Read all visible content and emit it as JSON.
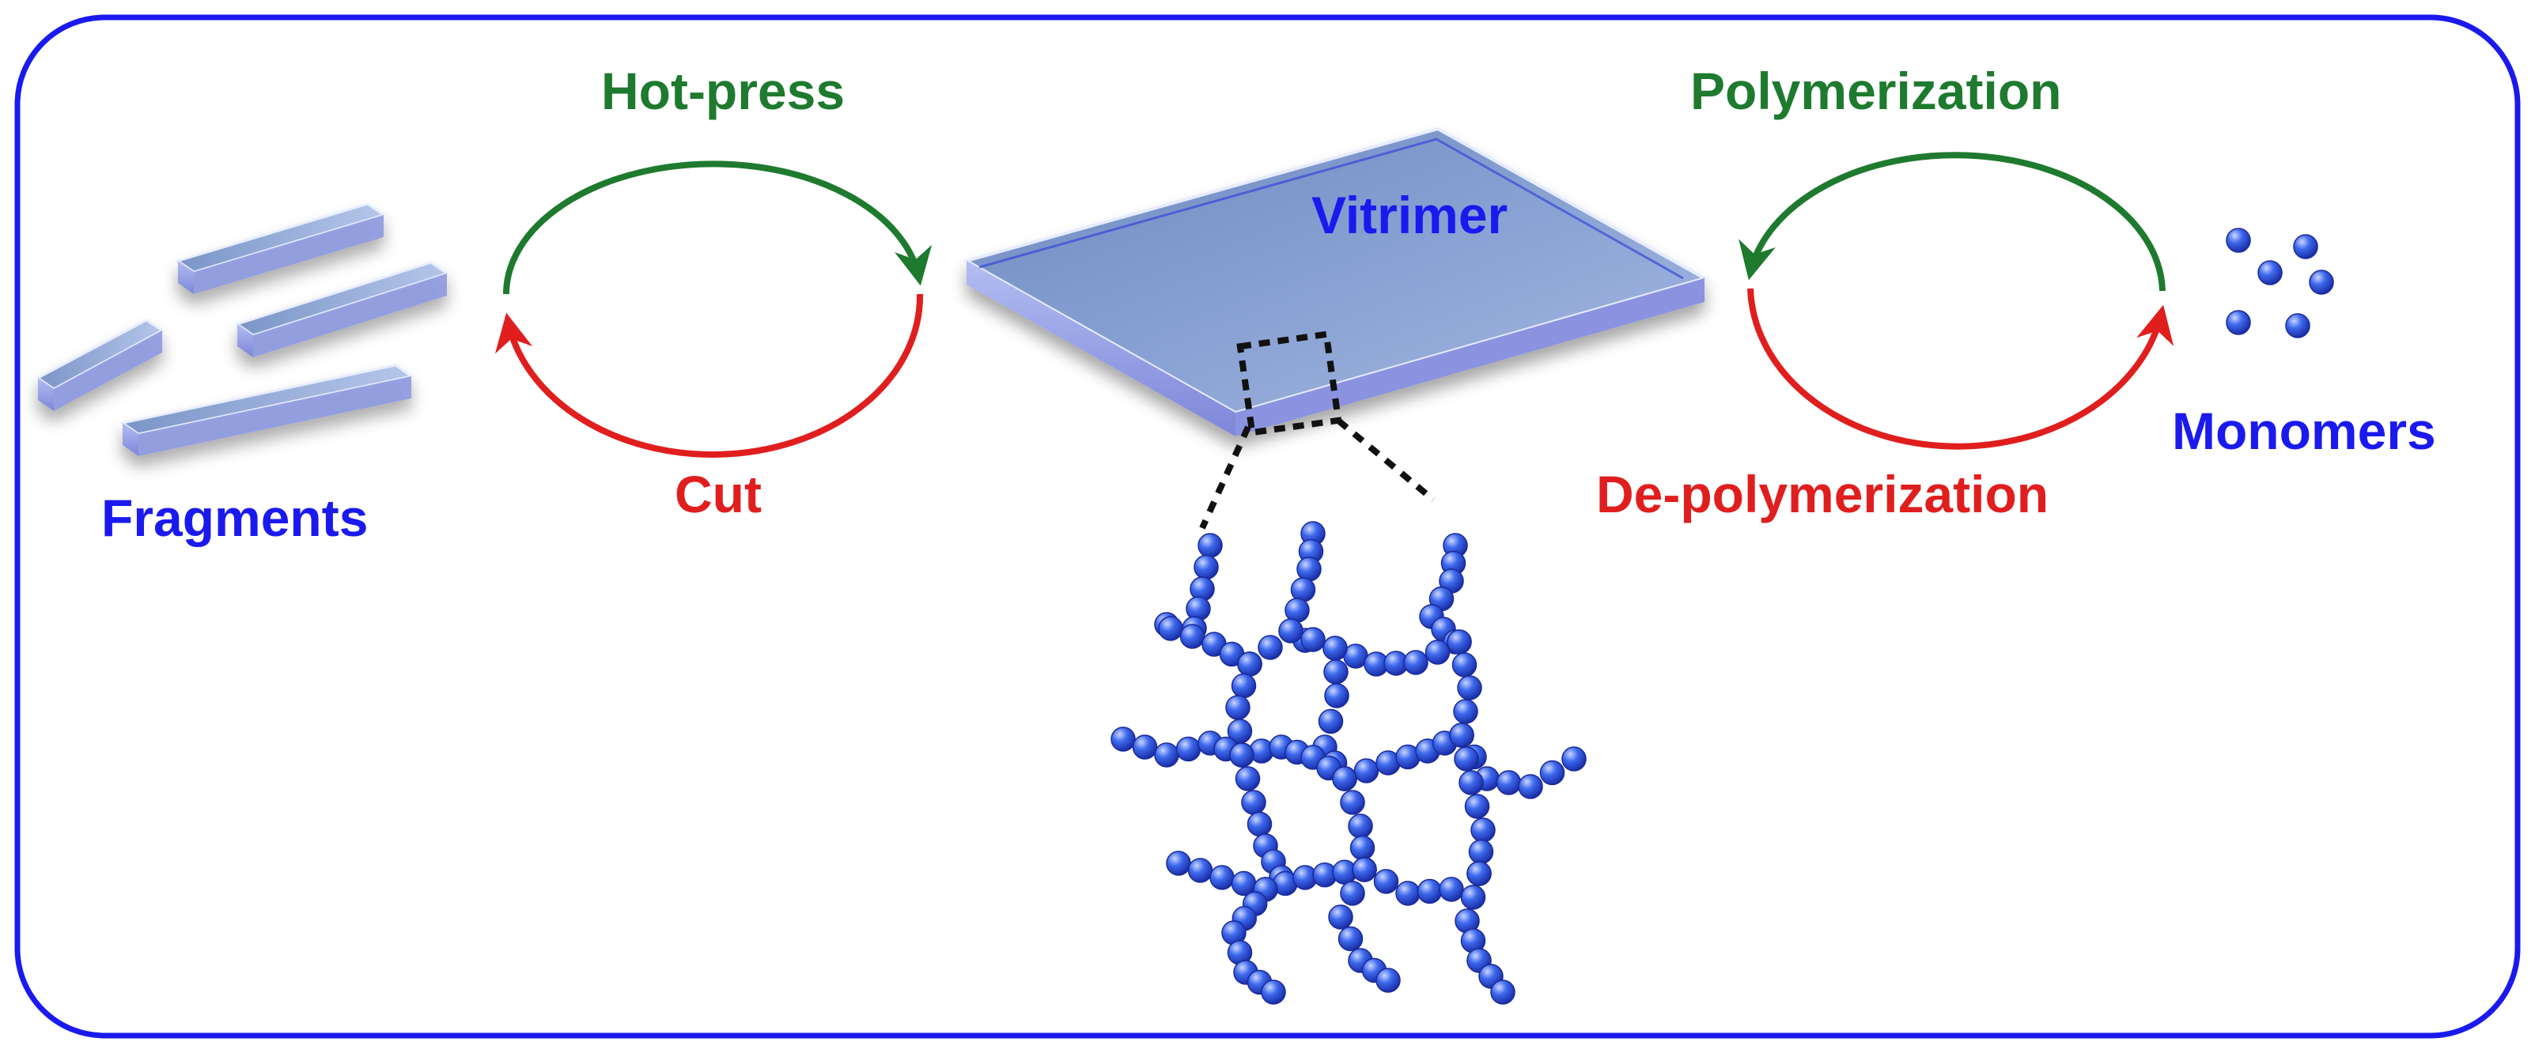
{
  "labels": {
    "hot_press": "Hot-press",
    "cut": "Cut",
    "fragments": "Fragments",
    "vitrimer": "Vitrimer",
    "polymerization": "Polymerization",
    "de_polymerization": "De-polymerization",
    "monomers": "Monomers"
  },
  "colors": {
    "frame": "#1a1aee",
    "label_blue": "#1a1aee",
    "arrow_green": "#1e7a2e",
    "arrow_red": "#e01e1e",
    "bead": "#2f5ee8",
    "slab_top": "#7f9ccf",
    "slab_edge": "#9aa8e8"
  },
  "icons": {
    "fragment": "glass-bar-icon",
    "vitrimer": "glass-slab-icon",
    "monomer": "bead-icon",
    "network": "polymer-network-icon"
  }
}
